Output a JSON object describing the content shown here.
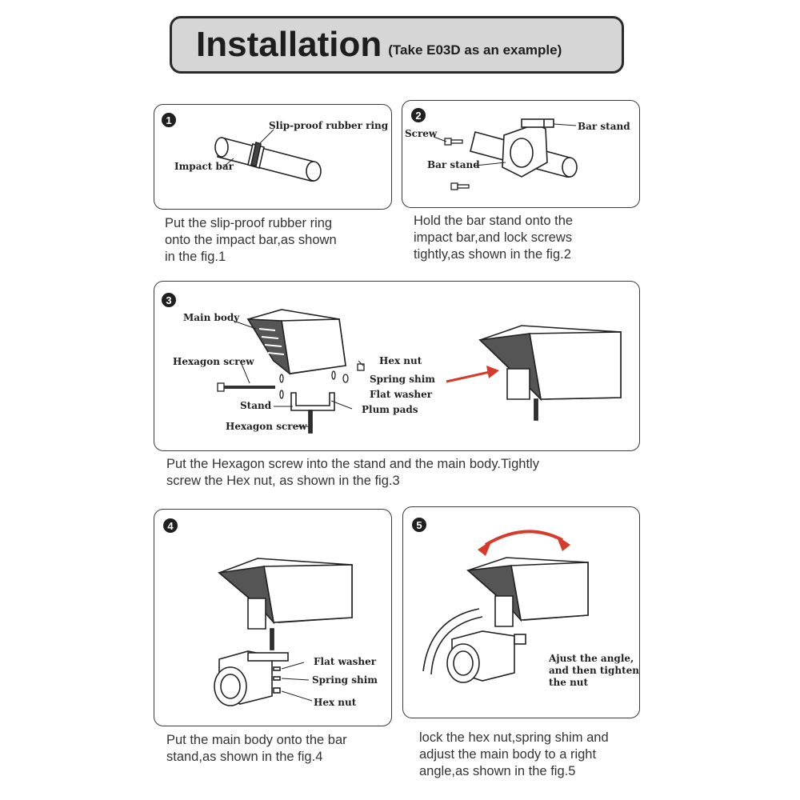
{
  "header": {
    "title": "Installation",
    "subtitle": "(Take E03D as an example)"
  },
  "steps": [
    {
      "number": "1",
      "labels": {
        "ring": "Slip-proof rubber ring",
        "bar": "Impact bar"
      },
      "caption": [
        "Put the slip-proof rubber ring",
        "onto the impact bar,as shown",
        "in the fig.1"
      ]
    },
    {
      "number": "2",
      "labels": {
        "screw": "Screw",
        "bar_stand_left": "Bar stand",
        "bar_stand_top": "Bar stand"
      },
      "caption": [
        "Hold the bar stand onto the",
        "impact bar,and lock screws",
        "tightly,as shown in the fig.2"
      ]
    },
    {
      "number": "3",
      "labels": {
        "main_body": "Main body",
        "hexagon_screw_top": "Hexagon screw",
        "hex_nut": "Hex nut",
        "spring_shim": "Spring shim",
        "flat_washer": "Flat washer",
        "stand": "Stand",
        "plum_pads": "Plum pads",
        "hexagon_screw_bottom": "Hexagon screw"
      },
      "caption": [
        "Put the Hexagon screw into the stand and the main body.Tightly",
        "screw the Hex nut, as shown in the fig.3"
      ]
    },
    {
      "number": "4",
      "labels": {
        "flat_washer": "Flat washer",
        "spring_shim": "Spring shim",
        "hex_nut": "Hex nut"
      },
      "caption": [
        "Put the main body onto the bar",
        "stand,as shown in the fig.4"
      ]
    },
    {
      "number": "5",
      "labels": {
        "note": [
          "Ajust the angle,",
          "and then tighten",
          "the nut"
        ]
      },
      "caption": [
        "lock the hex nut,spring shim and",
        "adjust the main body to a right",
        "angle,as shown in the fig.5"
      ]
    }
  ],
  "colors": {
    "arrow": "#d7392b",
    "title_bg": "#d6d6d6",
    "ink": "#222222"
  }
}
